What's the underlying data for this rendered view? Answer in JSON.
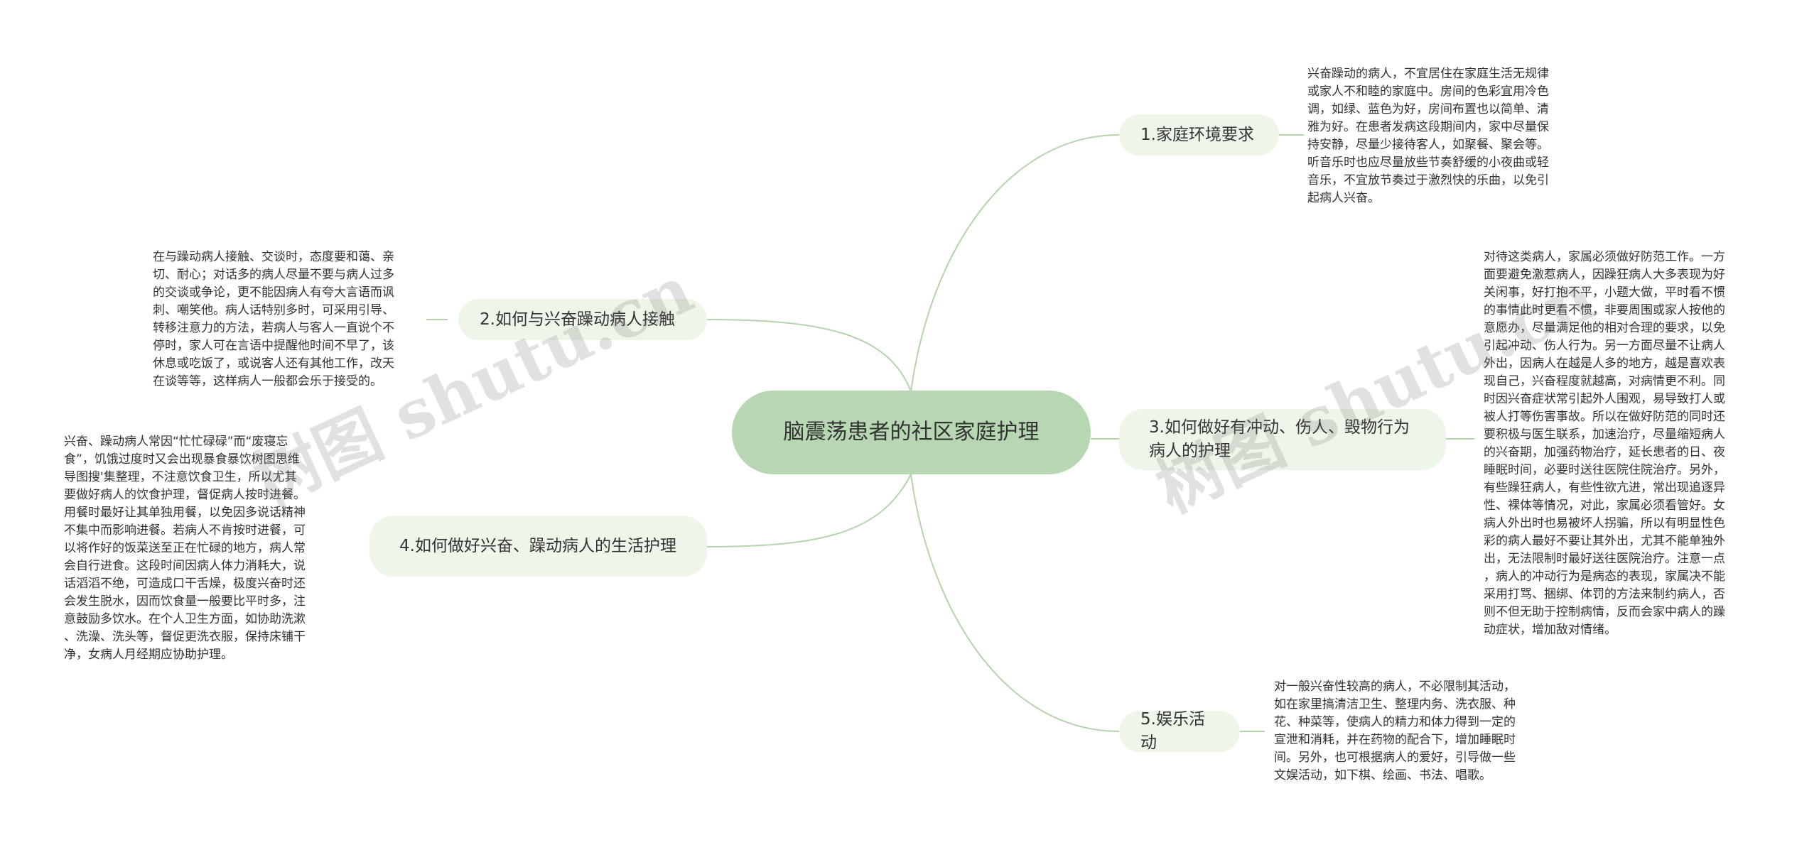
{
  "center": {
    "title": "脑震荡患者的社区家庭护理"
  },
  "branches": [
    {
      "label": "1.家庭环境要求",
      "text": "兴奋躁动的病人，不宜居住在家庭生活无规律\n或家人不和睦的家庭中。房间的色彩宜用冷色\n调，如绿、蓝色为好，房间布置也以简单、清\n雅为好。在患者发病这段期间内，家中尽量保\n持安静，尽量少接待客人，如聚餐、聚会等。\n听音乐时也应尽量放些节奏舒缓的小夜曲或轻\n音乐，不宜放节奏过于激烈快的乐曲，以免引\n起病人兴奋。"
    },
    {
      "label": "2.如何与兴奋躁动病人接触",
      "text": "在与躁动病人接触、交谈时，态度要和蔼、亲\n切、耐心；对话多的病人尽量不要与病人过多\n的交谈或争论，更不能因病人有夸大言语而讽\n刺、嘲笑他。病人话特别多时，可采用引导、\n转移注意力的方法，若病人与客人一直说个不\n停时，家人可在言语中提醒他时间不早了，该\n休息或吃饭了，或说客人还有其他工作，改天\n在谈等等，这样病人一般都会乐于接受的。"
    },
    {
      "label": "3.如何做好有冲动、伤人、毁物行为病人的护理",
      "text": "对待这类病人，家属必须做好防范工作。一方\n面要避免激惹病人，因躁狂病人大多表现为好\n关闲事，好打抱不平，小题大做，平时看不惯\n的事情此时更看不惯，非要周围或家人按他的\n意愿办，尽量满足他的相对合理的要求，以免\n引起冲动、伤人行为。另一方面尽量不让病人\n外出，因病人在越是人多的地方，越是喜欢表\n现自己，兴奋程度就越高，对病情更不利。同\n时因兴奋症状常引起外人围观，易导致打人或\n被人打等伤害事故。所以在做好防范的同时还\n要积极与医生联系，加速治疗，尽量缩短病人\n的兴奋期，加强药物治疗，延长患者的日、夜\n睡眠时间，必要时送往医院住院治疗。另外，\n有些躁狂病人，有些性欲亢进，常出现追逐异\n性、裸体等情况，对此，家属必须看管好。女\n病人外出时也易被坏人拐骗，所以有明显性色\n彩的病人最好不要让其外出，尤其不能单独外\n出，无法限制时最好送往医院治疗。注意一点\n，病人的冲动行为是病态的表现，家属决不能\n采用打骂、捆绑、体罚的方法来制约病人，否\n则不但无助于控制病情，反而会家中病人的躁\n动症状，增加敌对情绪。"
    },
    {
      "label": "4.如何做好兴奋、躁动病人的生活护理",
      "text": "兴奋、躁动病人常因“忙忙碌碌”而“废寝忘\n食”，饥饿过度时又会出现暴食暴饮树图思维\n导图搜'集整理，不注意饮食卫生，所以尤其\n要做好病人的饮食护理，督促病人按时进餐。\n用餐时最好让其单独用餐，以免因多说话精神\n不集中而影响进餐。若病人不肯按时进餐，可\n以将作好的饭菜送至正在忙碌的地方，病人常\n会自行进食。这段时间因病人体力消耗大，说\n话滔滔不绝，可造成口干舌燥，极度兴奋时还\n会发生脱水，因而饮食量一般要比平时多，注\n意鼓励多饮水。在个人卫生方面，如协助洗漱\n、洗澡、洗头等，督促更洗衣服，保持床铺干\n净，女病人月经期应协助护理。"
    },
    {
      "label": "5.娱乐活动",
      "text": "对一般兴奋性较高的病人，不必限制其活动，\n如在家里搞清洁卫生、整理内务、洗衣服、种\n花、种菜等，使病人的精力和体力得到一定的\n宣泄和消耗，并在药物的配合下，增加睡眠时\n间。另外，也可根据病人的爱好，引导做一些\n文娱活动，如下棋、绘画、书法、唱歌。"
    }
  ],
  "watermarks": [
    "树图 shutu.cn",
    "树图 shutu.cn"
  ],
  "colors": {
    "center_fill": "#b6d7b2",
    "branch_fill": "#eef6e9",
    "line": "#b5d4ae",
    "text": "#333333"
  }
}
